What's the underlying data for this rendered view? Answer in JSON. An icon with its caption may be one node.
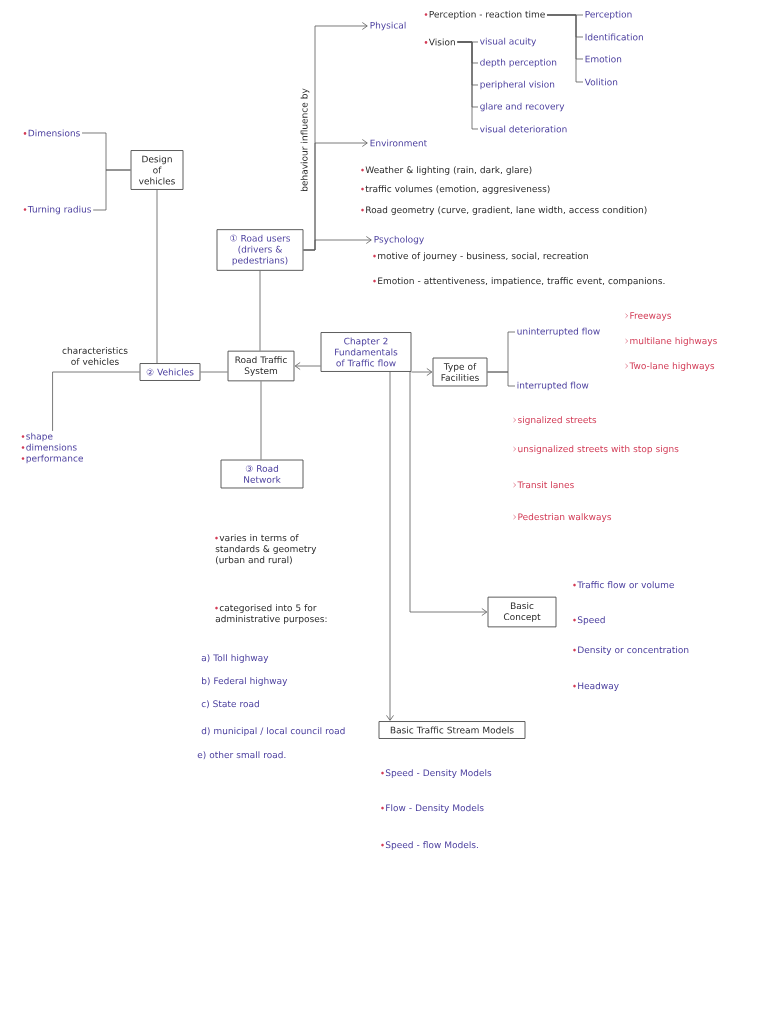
{
  "diagram": {
    "nodes": [
      {
        "text": [
          "Design of vehicles"
        ]
      },
      {
        "text": [
          "① Road users",
          "(drivers & pedestrians)"
        ]
      },
      {
        "text": [
          "Chapter 2",
          "Fundamentals of Traffic flow"
        ]
      },
      {
        "text": [
          "② Vehicles"
        ]
      },
      {
        "text": [
          "Road Traffic System"
        ]
      },
      {
        "text": [
          "Type of Facilities"
        ]
      },
      {
        "text": [
          "③ Road Network"
        ]
      },
      {
        "text": [
          "Basic Concept"
        ]
      },
      {
        "text": [
          "Basic Traffic Stream Models"
        ]
      },
      {
        "text": [
          "Dimensions"
        ]
      },
      {
        "text": [
          "Turning radius"
        ]
      },
      {
        "text": [
          "Physical"
        ]
      },
      {
        "text": [
          "Environment"
        ]
      },
      {
        "text": [
          "Psychology"
        ]
      },
      {
        "text": [
          "Perception - reaction time"
        ]
      },
      {
        "text": [
          "Perception"
        ]
      },
      {
        "text": [
          "Identification"
        ]
      },
      {
        "text": [
          "Emotion"
        ]
      },
      {
        "text": [
          "Volition"
        ]
      },
      {
        "text": [
          "Vision"
        ]
      },
      {
        "text": [
          "visual acuity"
        ]
      },
      {
        "text": [
          "depth perception"
        ]
      },
      {
        "text": [
          "peripheral vision"
        ]
      },
      {
        "text": [
          "glare and recovery"
        ]
      },
      {
        "text": [
          "visual deterioration"
        ]
      },
      {
        "text": [
          "shape",
          "dimensions",
          "performance"
        ]
      },
      {
        "text": [
          "uninterrupted flow"
        ]
      },
      {
        "text": [
          "interrupted flow"
        ]
      }
    ],
    "edges": [
      {
        "from": 9,
        "to": 0,
        "arrow": "none"
      },
      {
        "from": 10,
        "to": 0,
        "arrow": "none"
      },
      {
        "from": 0,
        "to": 3,
        "arrow": "none"
      },
      {
        "from": 1,
        "to": 11,
        "arrow": "to"
      },
      {
        "from": 1,
        "to": 12,
        "arrow": "to",
        "label": "behaviour influence by"
      },
      {
        "from": 1,
        "to": 13,
        "arrow": "to"
      },
      {
        "from": 14,
        "to": 15,
        "arrow": "none"
      },
      {
        "from": 14,
        "to": 16,
        "arrow": "none"
      },
      {
        "from": 14,
        "to": 17,
        "arrow": "none"
      },
      {
        "from": 14,
        "to": 18,
        "arrow": "none"
      },
      {
        "from": 19,
        "to": 20,
        "arrow": "none"
      },
      {
        "from": 19,
        "to": 21,
        "arrow": "none"
      },
      {
        "from": 19,
        "to": 22,
        "arrow": "none"
      },
      {
        "from": 19,
        "to": 23,
        "arrow": "none"
      },
      {
        "from": 19,
        "to": 24,
        "arrow": "none"
      },
      {
        "from": 3,
        "to": 4,
        "arrow": "none"
      },
      {
        "from": 1,
        "to": 4,
        "arrow": "none"
      },
      {
        "from": 2,
        "to": 4,
        "arrow": "to"
      },
      {
        "from": 4,
        "to": 6,
        "arrow": "none"
      },
      {
        "from": 3,
        "to": 25,
        "arrow": "none",
        "label": "characteristics of vehicles"
      },
      {
        "from": 2,
        "to": 5,
        "arrow": "to"
      },
      {
        "from": 5,
        "to": 26,
        "arrow": "none"
      },
      {
        "from": 5,
        "to": 27,
        "arrow": "none"
      },
      {
        "from": 2,
        "to": 7,
        "arrow": "to"
      },
      {
        "from": 2,
        "to": 8,
        "arrow": "to"
      }
    ],
    "labels": [
      "Weather & lighting (rain, dark, glare)",
      "traffic volumes (emotion, aggresiveness)",
      "Road geometry (curve, gradient, lane width, access condition)",
      "motive of journey - business, social, recreation",
      "Emotion - attentiveness, impatience, traffic event, companions.",
      "Freeways",
      "multilane highways",
      "Two-lane highways",
      "signalized streets",
      "unsignalized streets with stop signs",
      "Transit lanes",
      "Pedestrian walkways",
      "varies in terms of standards & geometry (urban and rural)",
      "categorised into 5 for administrative purposes:",
      "a) Toll highway",
      "b) Federal highway",
      "c) State road",
      "d) municipal / local council road",
      "e) other small road.",
      "Traffic flow or volume",
      "Speed",
      "Density or concentration",
      "Headway",
      "Speed - Density Models",
      "Flow - Density Models",
      "Speed - flow Models."
    ]
  }
}
